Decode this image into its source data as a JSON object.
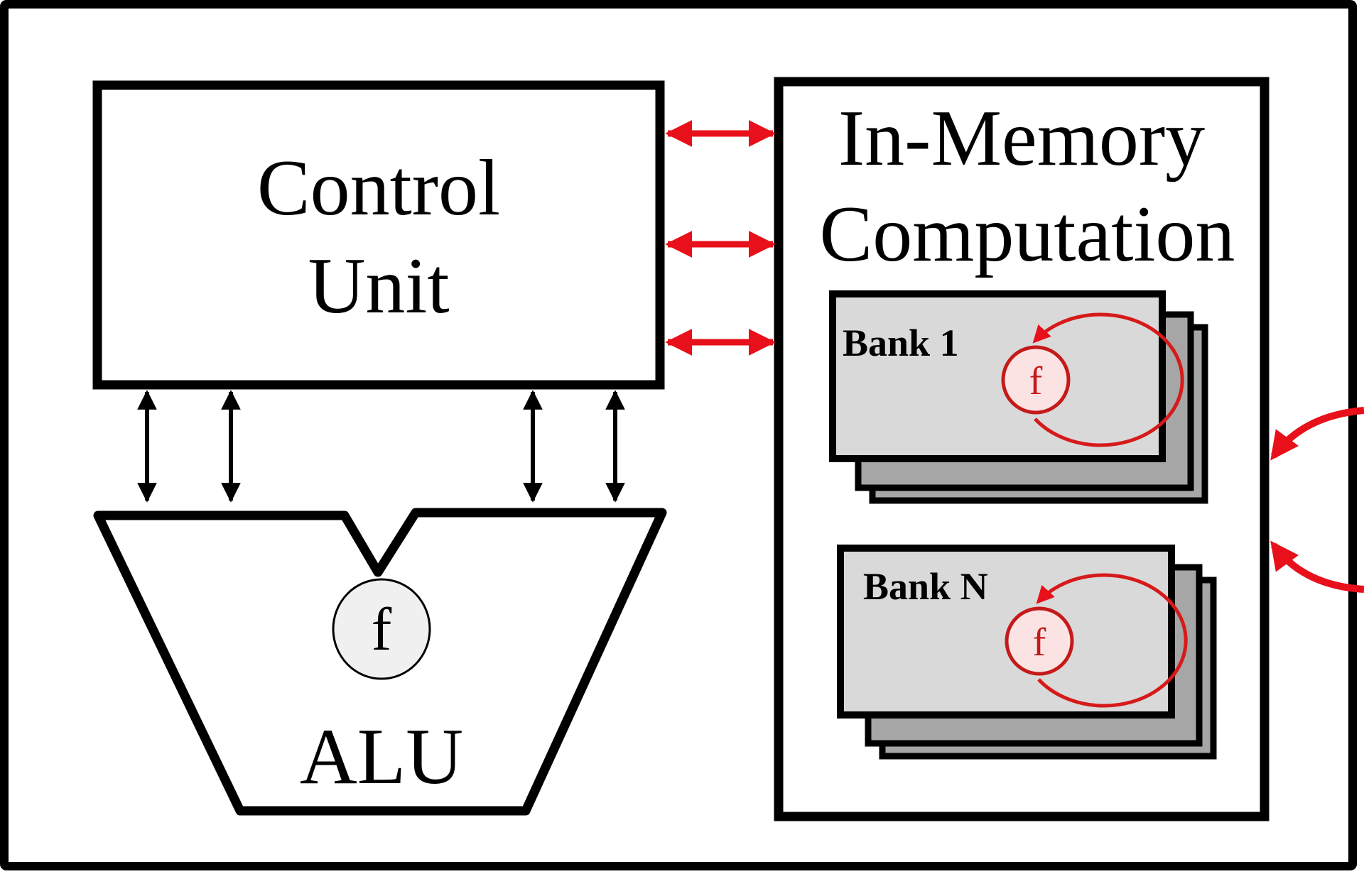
{
  "diagram": {
    "control_unit": {
      "line1": "Control",
      "line2": "Unit"
    },
    "memory": {
      "line1": "In-Memory",
      "line2": "Computation"
    },
    "alu": {
      "label": "ALU",
      "function_symbol": "f"
    },
    "banks": [
      {
        "label": "Bank 1",
        "function_symbol": "f"
      },
      {
        "label": "Bank N",
        "function_symbol": "f"
      }
    ],
    "connections": {
      "control_to_memory": {
        "count": 3,
        "style": "bidirectional",
        "color": "#e8101a"
      },
      "control_to_alu": {
        "count": 4,
        "style": "bidirectional",
        "color": "#000000"
      },
      "external_to_memory": {
        "count": 2,
        "style": "incoming",
        "color": "#e8101a"
      }
    },
    "colors": {
      "stroke": "#000000",
      "bank_front_fill": "#d9d9d9",
      "bank_back_fill": "#a6a6a6",
      "accent_red": "#e8101a",
      "loop_red": "#d61a1a",
      "f_circle_red_fill": "#fbe3e3",
      "f_circle_grey_fill": "#f0f0f0"
    }
  }
}
